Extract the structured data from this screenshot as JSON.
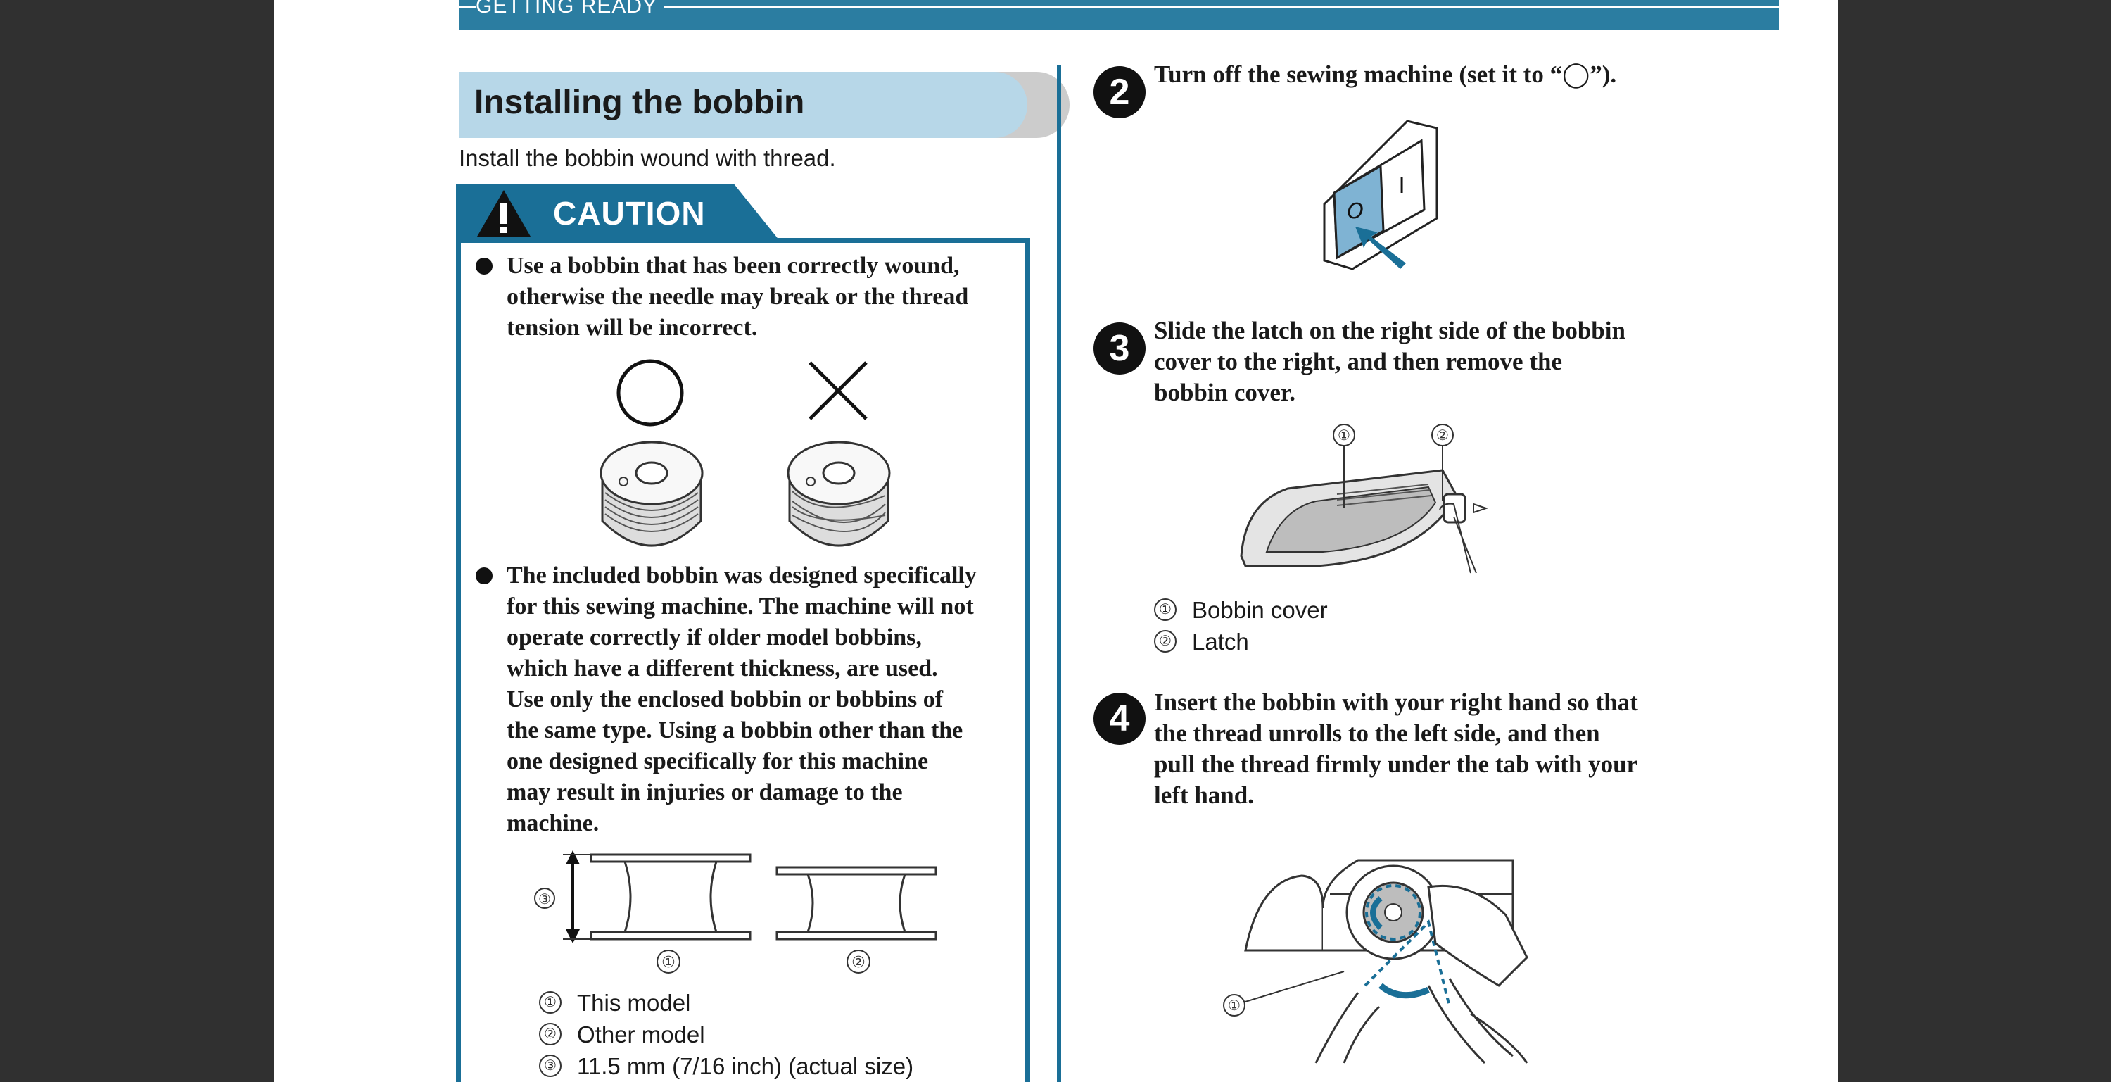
{
  "header": {
    "section_label": "GETTING READY"
  },
  "section": {
    "title": "Installing the bobbin",
    "intro": "Install the bobbin wound with thread."
  },
  "caution": {
    "label": "CAUTION",
    "bullets": [
      "Use a bobbin that has been correctly wound, otherwise the needle may break or the thread tension will be incorrect.",
      "The included bobbin was designed specifically for this sewing machine. The machine will not operate correctly if older model bobbins, which have a different thickness, are used. Use only the enclosed bobbin or bobbins of the same type. Using a bobbin other than the one designed specifically for this machine may result in injuries or damage to the machine."
    ],
    "bullet1_lines": [
      "Use a bobbin that has been correctly wound,",
      "otherwise the needle may break or the thread",
      "tension will be incorrect."
    ],
    "bullet2_lines": [
      "The included bobbin was designed specifically",
      "for this sewing machine. The machine will not",
      "operate correctly if older model bobbins,",
      "which have a different thickness, are used.",
      "Use only the enclosed bobbin or bobbins of",
      "the same type. Using a bobbin other than the",
      "one designed specifically for this machine",
      "may result in injuries or damage to the",
      "machine."
    ],
    "figure_labels": [
      "①",
      "②",
      "③"
    ],
    "legend": [
      {
        "num": "①",
        "text": "This model"
      },
      {
        "num": "②",
        "text": "Other model"
      },
      {
        "num": "③",
        "text": "11.5 mm (7/16 inch) (actual size)"
      }
    ]
  },
  "steps": [
    {
      "number": "2",
      "lines": [
        "Turn off the sewing machine (set it to “◯”)."
      ]
    },
    {
      "number": "3",
      "lines": [
        "Slide the latch on the right side of the bobbin",
        "cover to the right, and then remove the",
        "bobbin cover."
      ]
    },
    {
      "number": "4",
      "lines": [
        "Insert the bobbin with your right hand so that",
        "the thread unrolls to the left side, and then",
        "pull the thread firmly under the tab with your",
        "left hand."
      ]
    }
  ],
  "switch_labels": {
    "off": "O",
    "on": "I"
  },
  "step3_figure_labels": [
    "①",
    "②"
  ],
  "step3_legend": [
    {
      "num": "①",
      "text": "Bobbin cover"
    },
    {
      "num": "②",
      "text": "Latch"
    }
  ],
  "step4_figure_labels": [
    "①"
  ]
}
